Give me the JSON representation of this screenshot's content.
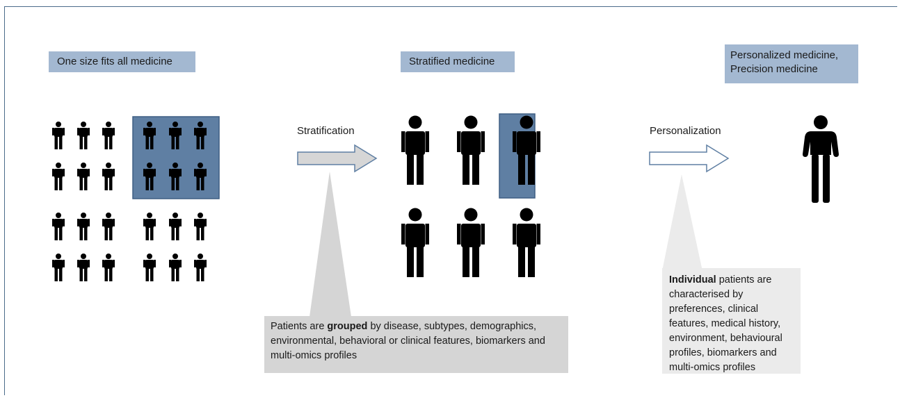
{
  "labels": {
    "one_size": "One size fits all medicine",
    "stratified": "Stratified medicine",
    "personalized_line1": "Personalized medicine,",
    "personalized_line2": "Precision medicine"
  },
  "steps": {
    "stratification": "Stratification",
    "personalization": "Personalization"
  },
  "callouts": {
    "stratified_pre": "Patients are ",
    "stratified_bold": "grouped",
    "stratified_post": " by disease, subtypes, demographics, environmental, behavioral or clinical features, biomarkers and multi-omics profiles",
    "personal_bold": "Individual",
    "personal_post": " patients are characterised by preferences, clinical features, medical history, environment, behavioural profiles, biomarkers and multi-omics profiles"
  },
  "colors": {
    "highlight_box": "#5f7fa3",
    "label_bg": "#a3b8d1",
    "callout_stratified": "#d5d5d5",
    "callout_personal": "#ebebeb",
    "frame": "#4a6b8a",
    "figure": "#000000"
  },
  "icons": {
    "person": "person-icon",
    "arrow": "arrow-right-icon"
  }
}
